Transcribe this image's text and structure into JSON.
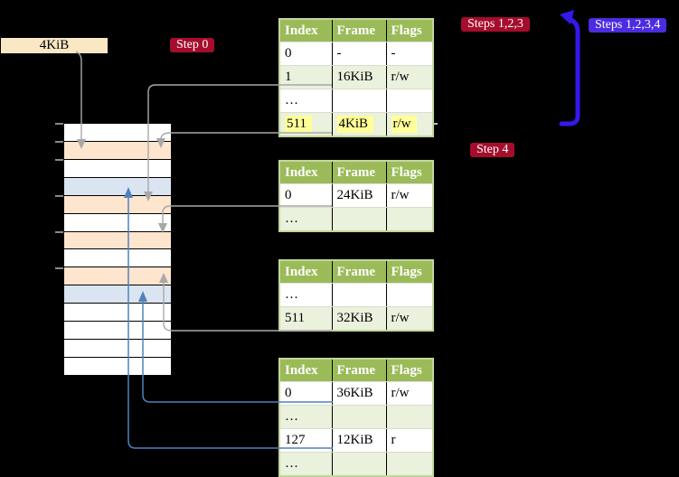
{
  "labels": {
    "frame_size": "4KiB",
    "step0": "Step 0",
    "steps123": "Steps 1,2,3",
    "steps1234": "Steps 1,2,3,4",
    "step4": "Step 4"
  },
  "tables": [
    {
      "name": "page-table-level-4",
      "headers": [
        "Index",
        "Frame",
        "Flags"
      ],
      "rows": [
        {
          "cells": [
            "0",
            "-",
            "-"
          ],
          "highlight": false
        },
        {
          "cells": [
            "1",
            "16KiB",
            "r/w"
          ],
          "highlight": false
        },
        {
          "cells": [
            "…",
            "",
            ""
          ],
          "highlight": false
        },
        {
          "cells": [
            "511",
            "4KiB",
            "r/w"
          ],
          "highlight": true
        }
      ]
    },
    {
      "name": "page-table-level-3",
      "headers": [
        "Index",
        "Frame",
        "Flags"
      ],
      "rows": [
        {
          "cells": [
            "0",
            "24KiB",
            "r/w"
          ],
          "highlight": false
        },
        {
          "cells": [
            "…",
            "",
            ""
          ],
          "highlight": false
        }
      ]
    },
    {
      "name": "page-table-level-2",
      "headers": [
        "Index",
        "Frame",
        "Flags"
      ],
      "rows": [
        {
          "cells": [
            "…",
            "",
            ""
          ],
          "highlight": false
        },
        {
          "cells": [
            "511",
            "32KiB",
            "r/w"
          ],
          "highlight": false
        }
      ]
    },
    {
      "name": "page-table-level-1",
      "headers": [
        "Index",
        "Frame",
        "Flags"
      ],
      "rows": [
        {
          "cells": [
            "0",
            "36KiB",
            "r/w"
          ],
          "highlight": false
        },
        {
          "cells": [
            "…",
            "",
            ""
          ],
          "highlight": false
        },
        {
          "cells": [
            "127",
            "12KiB",
            "r"
          ],
          "highlight": false
        },
        {
          "cells": [
            "…",
            "",
            ""
          ],
          "highlight": false
        }
      ]
    }
  ],
  "memory": {
    "description": "physical-memory-frames-top-to-bottom",
    "rows": [
      "white",
      "orange",
      "white",
      "blue",
      "orange",
      "white",
      "orange",
      "white",
      "orange",
      "blue",
      "white",
      "white",
      "white",
      "white"
    ],
    "tick_offsets": [
      0,
      20,
      40,
      80,
      120,
      160
    ]
  },
  "colors": {
    "background": "#000000",
    "table_header_bg": "#9bbb59",
    "table_row_alt_bg": "#eaf1dd",
    "table_border": "#c3d69b",
    "highlight_yellow": "#ffff99",
    "step_badge_red": "#a60d2c",
    "steps_badge_blue": "#4b2ce0",
    "loop_arrow_blue": "#3418ec",
    "connector_gray": "#a8a8a8",
    "connector_blue": "#4f81bd",
    "frame_label_bg": "#fae7c4",
    "memory_frame_orange": "#fde5ce",
    "memory_frame_blue": "#dbe5f1"
  }
}
